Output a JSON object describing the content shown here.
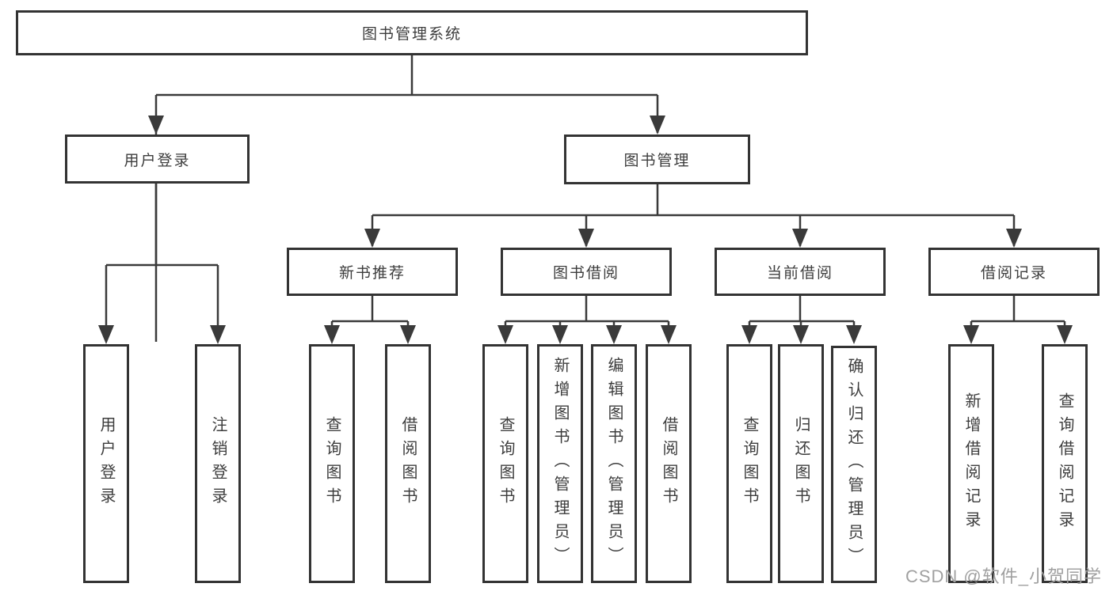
{
  "tree": {
    "root": "图书管理系统",
    "user_login": {
      "label": "用户登录",
      "children": [
        "用户登录",
        "注销登录"
      ]
    },
    "book_mgmt": {
      "label": "图书管理",
      "sections": [
        {
          "label": "新书推荐",
          "children": [
            "查询图书",
            "借阅图书"
          ]
        },
        {
          "label": "图书借阅",
          "children": [
            "查询图书",
            "新增图书（管理员）",
            "编辑图书（管理员）",
            "借阅图书"
          ]
        },
        {
          "label": "当前借阅",
          "children": [
            "查询图书",
            "归还图书",
            "确认归还（管理员）"
          ]
        },
        {
          "label": "借阅记录",
          "children": [
            "新增借阅记录",
            "查询借阅记录"
          ]
        }
      ]
    }
  },
  "watermark": "CSDN @软件_小贺同学",
  "colors": {
    "line": "#3a3a3a",
    "text": "#3d3d3d",
    "watermark": "#a0a0a0"
  }
}
